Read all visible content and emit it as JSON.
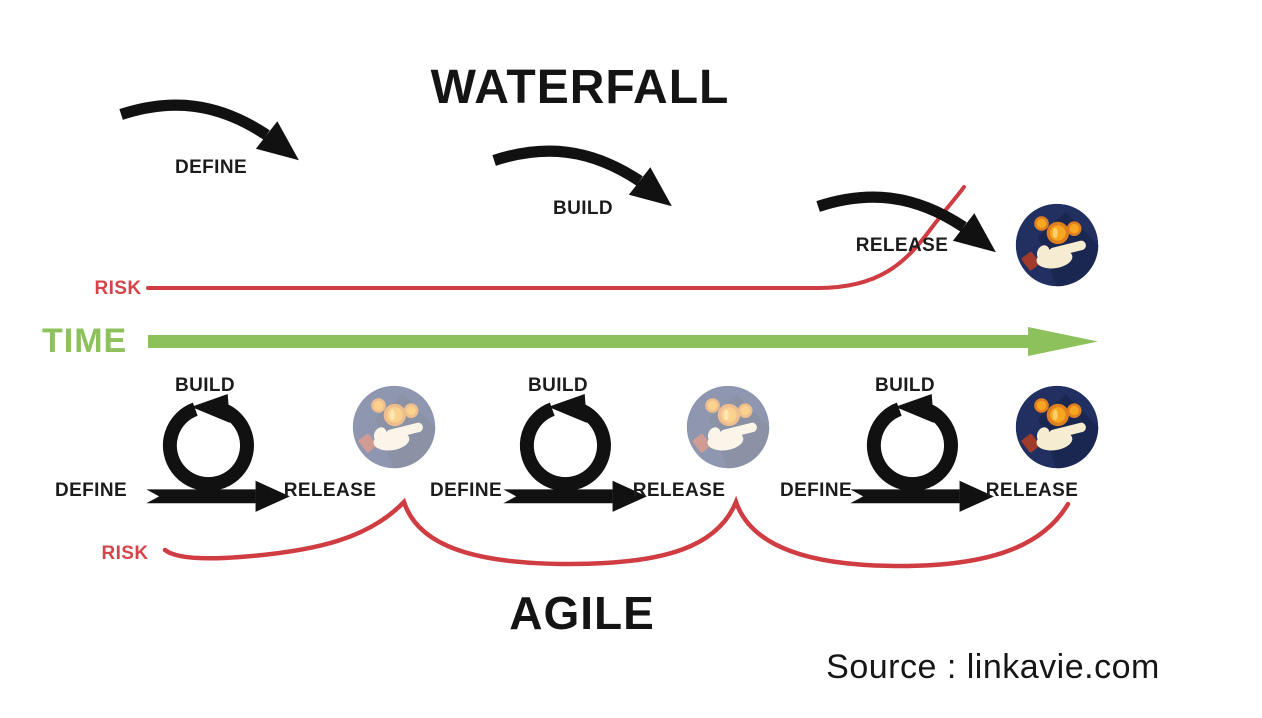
{
  "waterfall": {
    "title": "WATERFALL",
    "steps": {
      "define": "DEFINE",
      "build": "BUILD",
      "release": "RELEASE"
    },
    "risk_label": "RISK"
  },
  "time": {
    "label": "TIME"
  },
  "agile": {
    "title": "AGILE",
    "risk_label": "RISK",
    "cycles": [
      {
        "define": "DEFINE",
        "build": "BUILD",
        "release": "RELEASE"
      },
      {
        "define": "DEFINE",
        "build": "BUILD",
        "release": "RELEASE"
      },
      {
        "define": "DEFINE",
        "build": "BUILD",
        "release": "RELEASE"
      }
    ]
  },
  "source": {
    "text": "Source : linkavie.com"
  },
  "icons": {
    "money": "money-in-hand-icon",
    "loop": "sprint-loop-arrow-icon",
    "swoosh": "curved-step-arrow-icon",
    "time_arrow": "time-axis-arrow-icon"
  },
  "colors": {
    "risk_red": "#cf3c42",
    "time_green": "#8cc15c",
    "icon_navy": "#213061",
    "coin_orange": "#f6a61f",
    "ink_black": "#141414"
  }
}
